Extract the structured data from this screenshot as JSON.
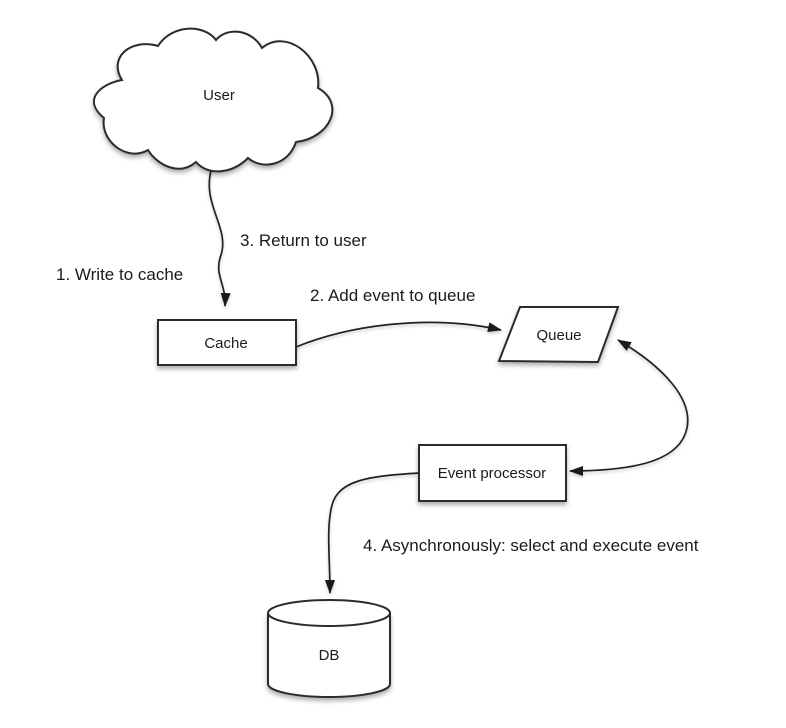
{
  "diagram": {
    "type": "flow-diagram",
    "background": "#ffffff",
    "colors": {
      "shape_fill": "#ffffff",
      "shape_stroke": "#2b2b2b",
      "connector_stroke": "#222222",
      "text": "#1b1b1b"
    },
    "nodes": {
      "user": {
        "label": "User",
        "shape": "cloud"
      },
      "cache": {
        "label": "Cache",
        "shape": "rectangle"
      },
      "queue": {
        "label": "Queue",
        "shape": "parallelogram"
      },
      "event_processor": {
        "label": "Event processor",
        "shape": "rectangle"
      },
      "db": {
        "label": "DB",
        "shape": "cylinder"
      }
    },
    "edge_labels": {
      "write_to_cache": "1. Write to cache",
      "add_event_to_queue": "2. Add event to queue",
      "return_to_user": "3. Return to user",
      "async_execute": "4. Asynchronously: select and execute event"
    },
    "edges": [
      {
        "from": "user",
        "to": "cache",
        "arrow": "single",
        "label_key": "write_to_cache"
      },
      {
        "from": "cache",
        "to": "user",
        "arrow": "shared-line",
        "label_key": "return_to_user"
      },
      {
        "from": "cache",
        "to": "queue",
        "arrow": "single",
        "label_key": "add_event_to_queue"
      },
      {
        "from": "queue",
        "to": "event_processor",
        "arrow": "double",
        "label_key": null
      },
      {
        "from": "event_processor",
        "to": "db",
        "arrow": "single",
        "label_key": "async_execute"
      }
    ]
  }
}
